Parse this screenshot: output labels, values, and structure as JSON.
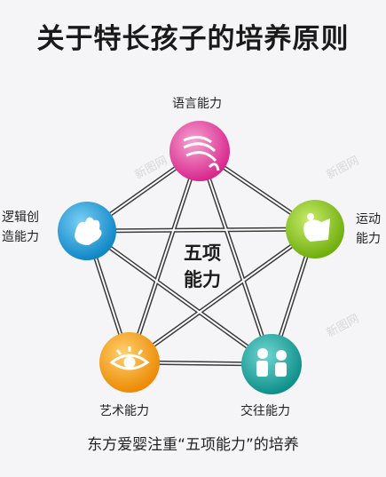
{
  "title": "关于特长孩子的培养原则",
  "center": {
    "line1": "五项",
    "line2": "能力"
  },
  "nodes": [
    {
      "id": "language",
      "label_lines": [
        "语言能力"
      ],
      "color": "#e24fa2",
      "icon": "speech-wave-icon"
    },
    {
      "id": "motor",
      "label_lines": [
        "运动",
        "能力"
      ],
      "color": "#8cc21f",
      "icon": "running-person-icon"
    },
    {
      "id": "social",
      "label_lines": [
        "交往能力"
      ],
      "color": "#18a9a4",
      "icon": "two-people-icon"
    },
    {
      "id": "art",
      "label_lines": [
        "艺术能力"
      ],
      "color": "#f39b16",
      "icon": "eye-icon"
    },
    {
      "id": "logic",
      "label_lines": [
        "逻辑创",
        "造能力"
      ],
      "color": "#1ea3dd",
      "icon": "puzzle-hand-icon"
    }
  ],
  "subtitle": "东方爱婴注重“五项能力”的培养",
  "watermark": "新图网"
}
